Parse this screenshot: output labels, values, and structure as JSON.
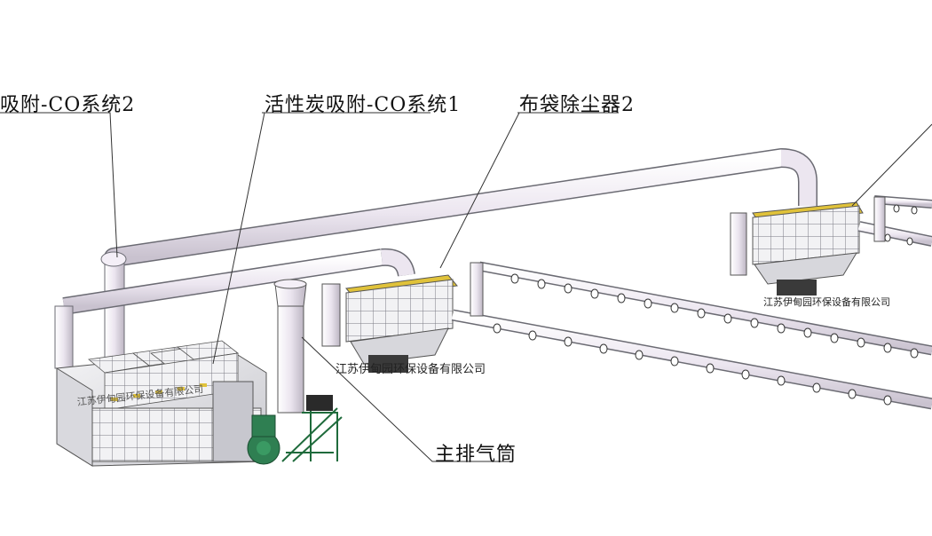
{
  "labels": {
    "co_system_2": "吸附-CO系统2",
    "co_system_1": "活性炭吸附-CO系统1",
    "bag_filter_2": "布袋除尘器2",
    "main_stack": "主排气筒"
  },
  "watermarks": {
    "company_center": "江苏伊甸园环保设备有限公司",
    "company_right": "江苏伊甸园环保设备有限公司",
    "company_left_unit": "江苏伊甸园环保设备有限公司"
  },
  "colors": {
    "pipe_fill": "#ece6f0",
    "pipe_stroke": "#6b6b73",
    "fan_green": "#2f7f52",
    "stair_green": "#1f6b3c",
    "accent_yellow": "#e0c23a",
    "leader": "#333333"
  }
}
